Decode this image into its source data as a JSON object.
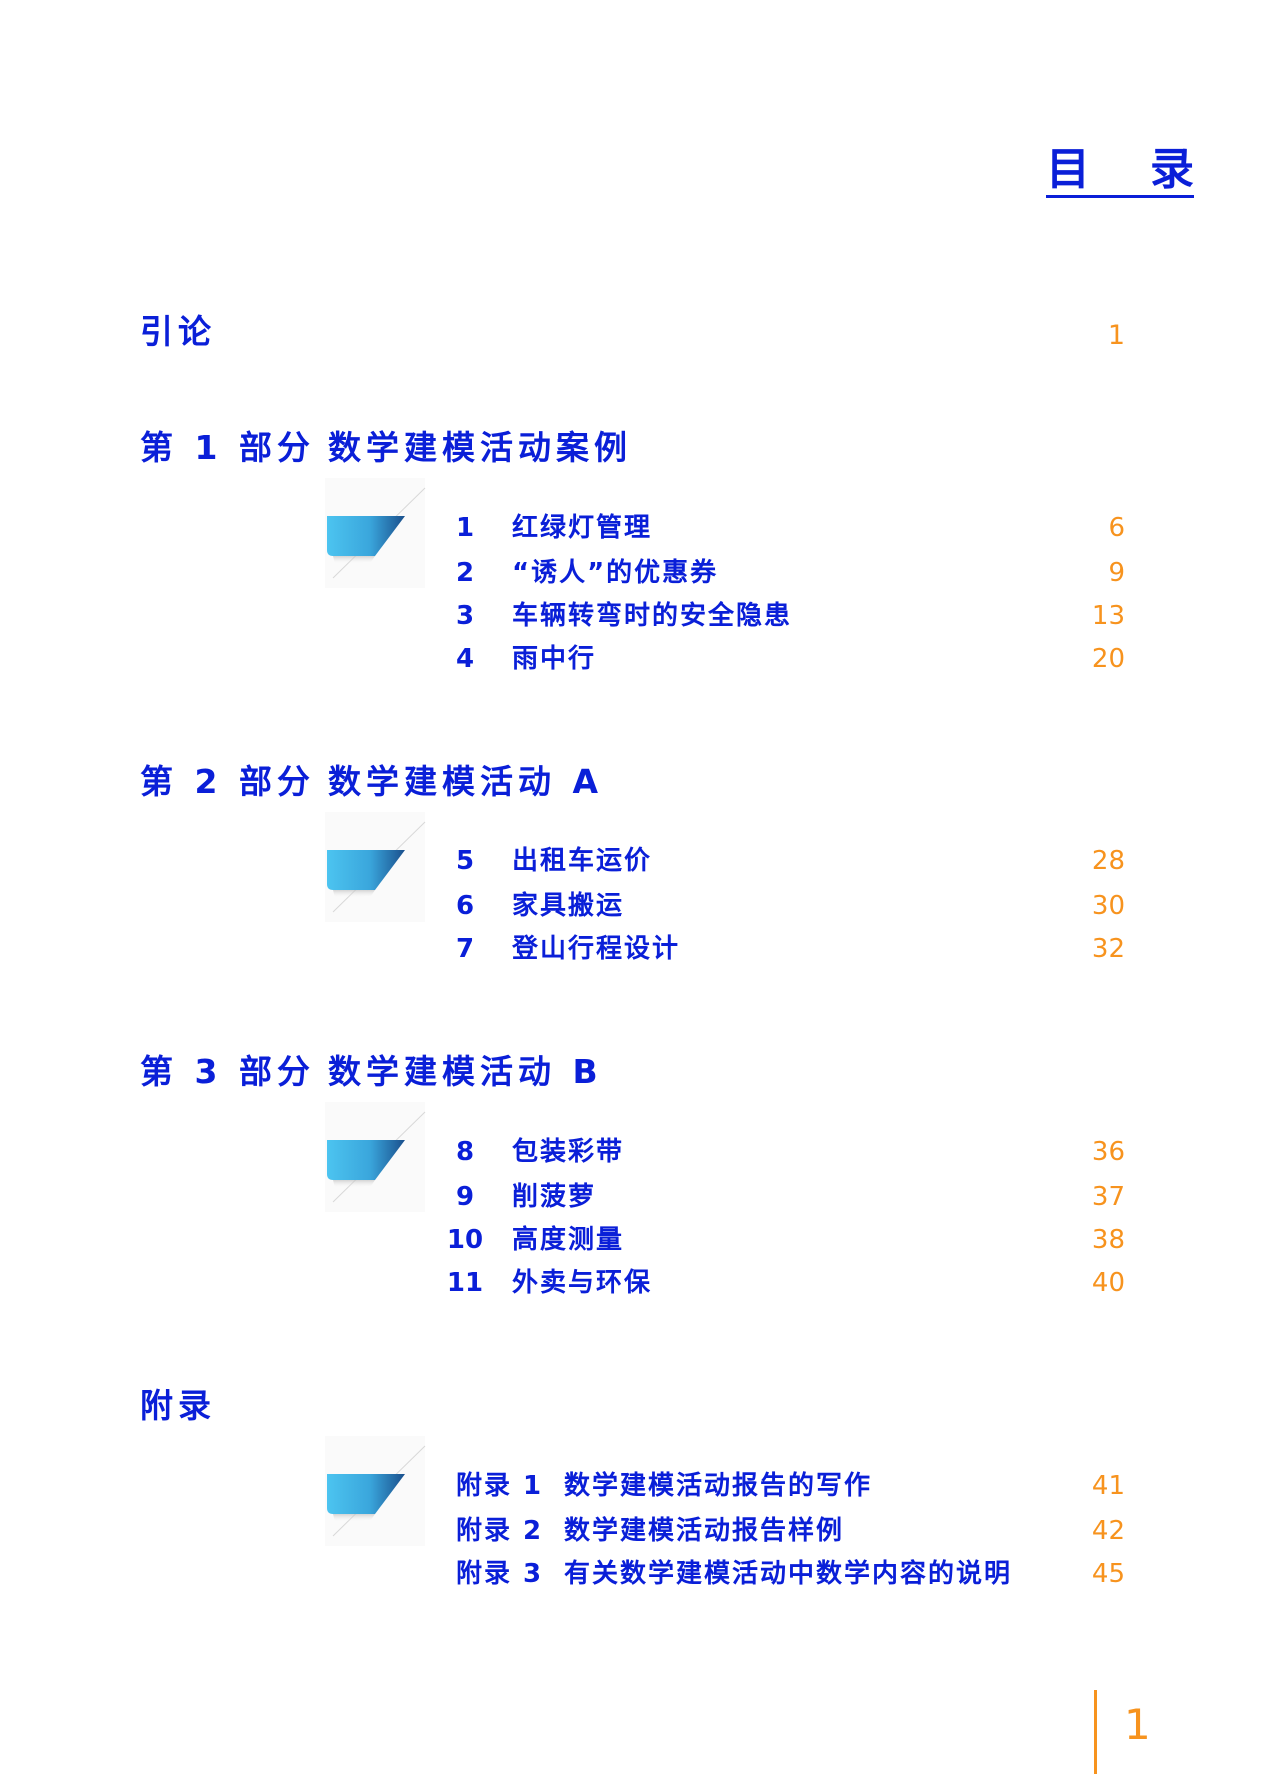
{
  "title": {
    "char1": "目",
    "char2": "录"
  },
  "intro": {
    "label": "引论",
    "page": "1"
  },
  "parts": [
    {
      "label": "第 1 部分",
      "title": "数学建模活动案例",
      "entries": [
        {
          "num": "1",
          "label": "红绿灯管理",
          "page": "6"
        },
        {
          "num": "2",
          "label": "“诱人”的优惠券",
          "page": "9"
        },
        {
          "num": "3",
          "label": "车辆转弯时的安全隐患",
          "page": "13"
        },
        {
          "num": "4",
          "label": "雨中行",
          "page": "20"
        }
      ]
    },
    {
      "label": "第 2 部分",
      "title": "数学建模活动 A",
      "entries": [
        {
          "num": "5",
          "label": "出租车运价",
          "page": "28"
        },
        {
          "num": "6",
          "label": "家具搬运",
          "page": "30"
        },
        {
          "num": "7",
          "label": "登山行程设计",
          "page": "32"
        }
      ]
    },
    {
      "label": "第 3 部分",
      "title": "数学建模活动 B",
      "entries": [
        {
          "num": "8",
          "label": "包装彩带",
          "page": "36"
        },
        {
          "num": "9",
          "label": "削菠萝",
          "page": "37"
        },
        {
          "num": "10",
          "label": "高度测量",
          "page": "38"
        },
        {
          "num": "11",
          "label": "外卖与环保",
          "page": "40"
        }
      ]
    }
  ],
  "appendix": {
    "label": "附录",
    "entries": [
      {
        "num": "附录 1",
        "label": "数学建模活动报告的写作",
        "page": "41"
      },
      {
        "num": "附录 2",
        "label": "数学建模活动报告样例",
        "page": "42"
      },
      {
        "num": "附录 3",
        "label": "有关数学建模活动中数学内容的说明",
        "page": "45"
      }
    ]
  },
  "footer": {
    "page_number": "1"
  },
  "colors": {
    "heading_blue": "#0a1fd8",
    "page_orange": "#f7931e",
    "tab_blue": "#48c1ee"
  }
}
